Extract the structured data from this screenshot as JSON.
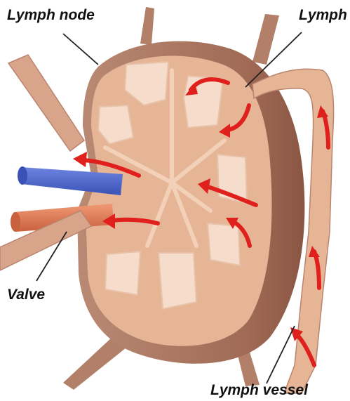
{
  "labels": {
    "lymph_node": "Lymph node",
    "lymph": "Lymph",
    "valve": "Valve",
    "lymph_vessel": "Lymph vessel"
  },
  "colors": {
    "capsule": "#a97560",
    "tissue": "#e7b898",
    "tissue_light": "#f1cdb4",
    "nodule": "#f6dccb",
    "vein": "#4a63c8",
    "artery": "#e07a55",
    "flow_arrow": "#e0201c"
  }
}
